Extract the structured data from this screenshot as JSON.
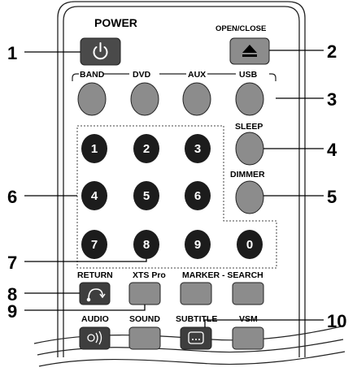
{
  "remote": {
    "power": {
      "label": "POWER",
      "icon": "power-icon"
    },
    "open_close": {
      "label": "OPEN/CLOSE",
      "icon": "eject-icon"
    },
    "source_buttons": [
      {
        "label": "BAND"
      },
      {
        "label": "DVD"
      },
      {
        "label": "AUX"
      },
      {
        "label": "USB"
      }
    ],
    "sleep": {
      "label": "SLEEP"
    },
    "dimmer": {
      "label": "DIMMER"
    },
    "digits": [
      "1",
      "2",
      "3",
      "4",
      "5",
      "6",
      "7",
      "8",
      "9",
      "0"
    ],
    "bottom_row1": {
      "return": {
        "label": "RETURN",
        "icon": "return-arrow-icon"
      },
      "xts_pro": {
        "label": "XTS Pro"
      },
      "marker_search": {
        "label": "MARKER - SEARCH"
      }
    },
    "bottom_row2": {
      "audio": {
        "label": "AUDIO",
        "icon": "sound-waves-icon"
      },
      "sound": {
        "label": "SOUND"
      },
      "subtitle": {
        "label": "SUBTITLE",
        "icon": "subtitle-icon"
      },
      "vsm": {
        "label": "VSM"
      }
    }
  },
  "callouts": [
    "1",
    "2",
    "3",
    "4",
    "5",
    "6",
    "7",
    "8",
    "9",
    "10"
  ],
  "colors": {
    "button_gray": "#8c8c8c",
    "button_dark": "#1c1c1c",
    "power_button": "#4a4a4a",
    "outline": "#222222"
  }
}
